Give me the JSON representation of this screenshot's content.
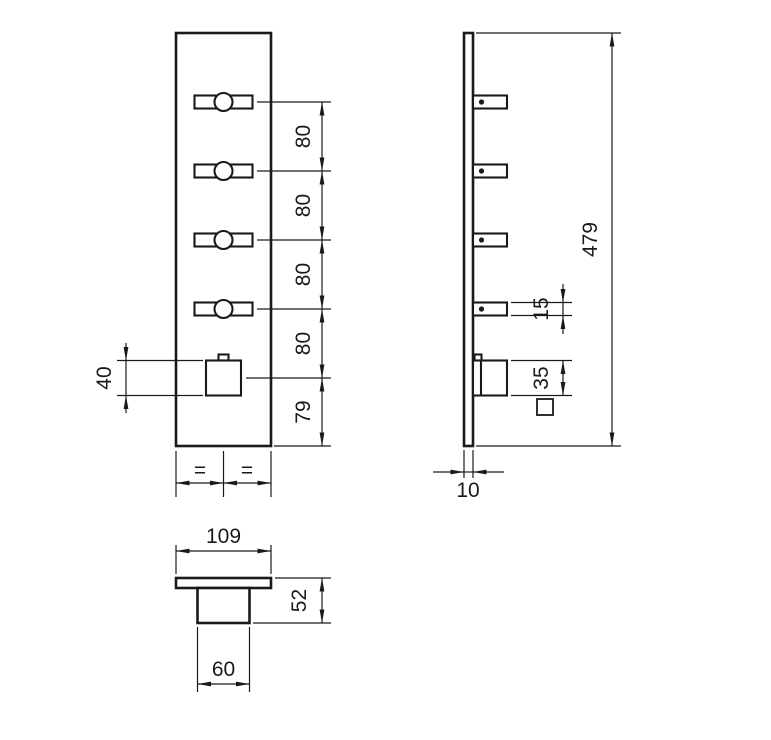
{
  "colors": {
    "background": "#ffffff",
    "line": "#1a1a1a"
  },
  "front_view": {
    "vertical_dims": [
      "80",
      "80",
      "80",
      "80",
      "79"
    ],
    "knob_height_dim": "40",
    "equal_marks": [
      "=",
      "="
    ]
  },
  "side_view": {
    "overall_height_dim": "479",
    "handle_thickness_dim": "15",
    "knob_size_dim": "35",
    "plate_thickness_dim": "10"
  },
  "bottom_view": {
    "plate_width_dim": "109",
    "overall_depth_dim": "52",
    "knob_width_dim": "60"
  }
}
